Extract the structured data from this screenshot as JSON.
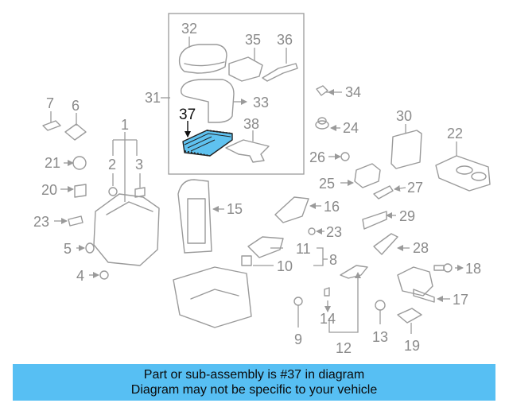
{
  "callouts": {
    "c1": "1",
    "c2": "2",
    "c3": "3",
    "c4": "4",
    "c5": "5",
    "c6": "6",
    "c7": "7",
    "c8": "8",
    "c9": "9",
    "c10": "10",
    "c11": "11",
    "c12": "12",
    "c13": "13",
    "c14": "14",
    "c15": "15",
    "c16": "16",
    "c17": "17",
    "c18": "18",
    "c19": "19",
    "c20": "20",
    "c21": "21",
    "c22": "22",
    "c23a": "23",
    "c23b": "23",
    "c24": "24",
    "c25": "25",
    "c26": "26",
    "c27": "27",
    "c28": "28",
    "c29": "29",
    "c30": "30",
    "c31": "31",
    "c32": "32",
    "c33": "33",
    "c34": "34",
    "c35": "35",
    "c36": "36",
    "c37": "37",
    "c38": "38"
  },
  "highlight": {
    "part_number": "37",
    "color": "#5fc2f0"
  },
  "caption": {
    "line1": "Part or sub-assembly is #37 in diagram",
    "line2": "Diagram may not be specific to your vehicle",
    "background": "#57bff3"
  }
}
